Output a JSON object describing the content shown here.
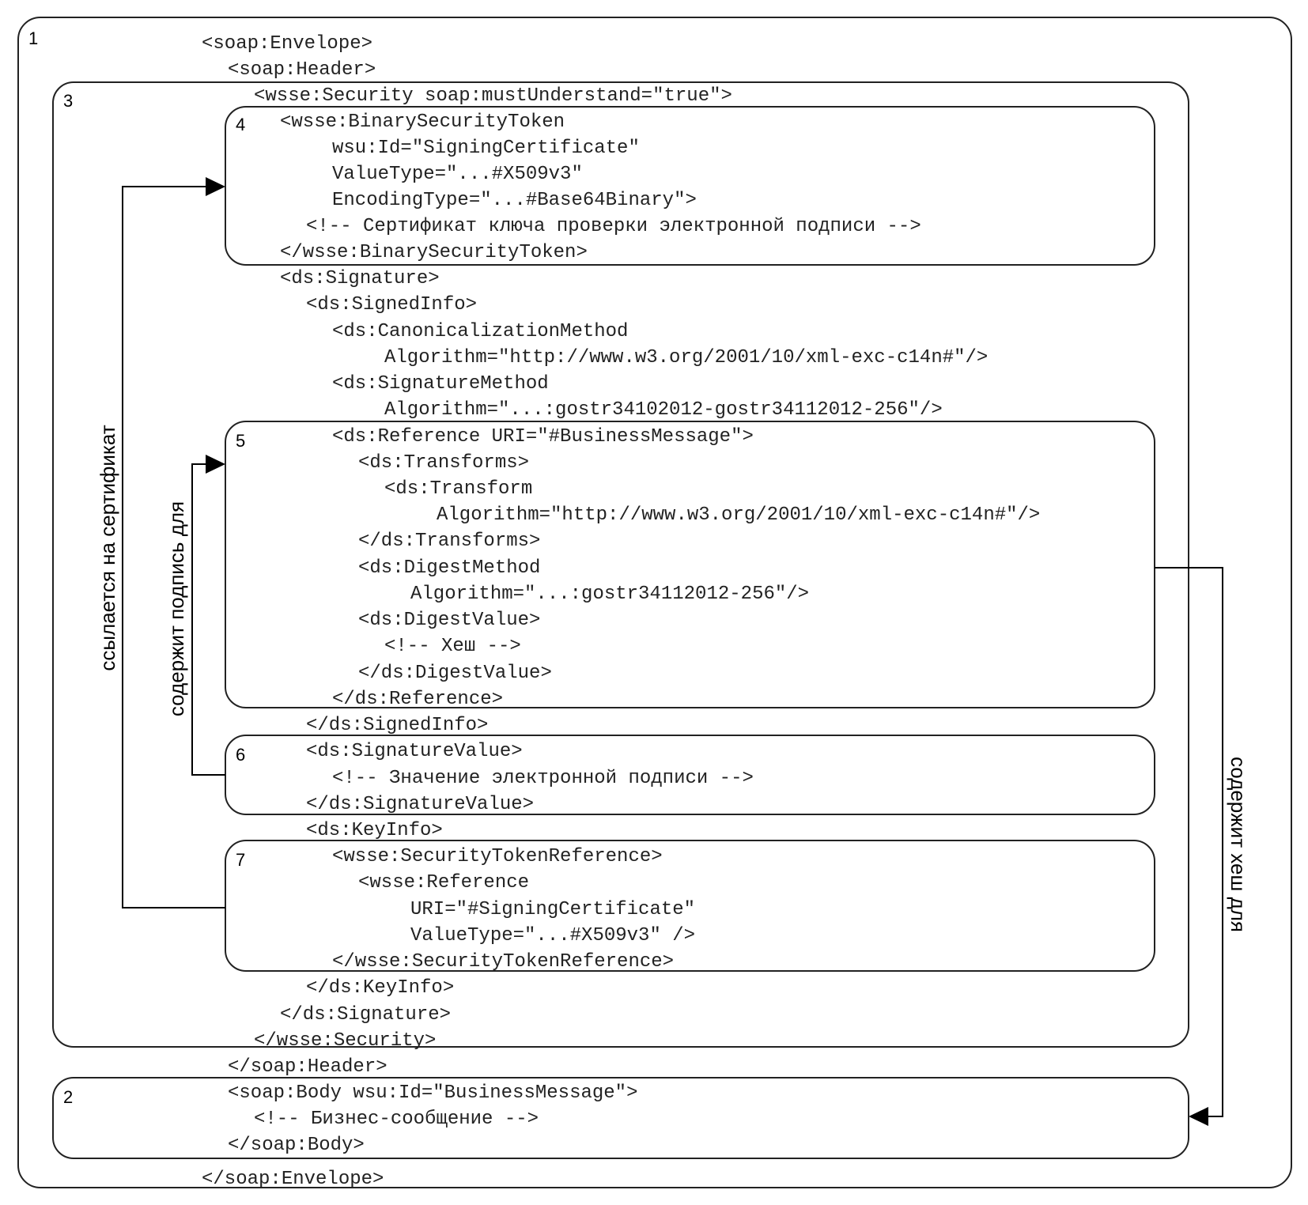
{
  "boxes": [
    {
      "id": "1"
    },
    {
      "id": "2"
    },
    {
      "id": "3"
    },
    {
      "id": "4"
    },
    {
      "id": "5"
    },
    {
      "id": "6"
    },
    {
      "id": "7"
    }
  ],
  "code_lines": [
    "<soap:Envelope>",
    "<soap:Header>",
    "<wsse:Security soap:mustUnderstand=\"true\">",
    "<wsse:BinarySecurityToken",
    "wsu:Id=\"SigningCertificate\"",
    "ValueType=\"...#X509v3\"",
    "EncodingType=\"...#Base64Binary\">",
    "<!-- Сертификат ключа проверки электронной подписи -->",
    "</wsse:BinarySecurityToken>",
    "<ds:Signature>",
    "<ds:SignedInfo>",
    "<ds:CanonicalizationMethod",
    "Algorithm=\"http://www.w3.org/2001/10/xml-exc-c14n#\"/>",
    "<ds:SignatureMethod",
    "Algorithm=\"...:gostr34102012-gostr34112012-256\"/>",
    "<ds:Reference URI=\"#BusinessMessage\">",
    "<ds:Transforms>",
    "<ds:Transform",
    "Algorithm=\"http://www.w3.org/2001/10/xml-exc-c14n#\"/>",
    "</ds:Transforms>",
    "<ds:DigestMethod",
    "Algorithm=\"...:gostr34112012-256\"/>",
    "<ds:DigestValue>",
    "<!-- Хеш -->",
    "</ds:DigestValue>",
    "</ds:Reference>",
    "</ds:SignedInfo>",
    "<ds:SignatureValue>",
    "<!-- Значение электронной подписи -->",
    "</ds:SignatureValue>",
    "<ds:KeyInfo>",
    "<wsse:SecurityTokenReference>",
    "<wsse:Reference",
    "URI=\"#SigningCertificate\"",
    "ValueType=\"...#X509v3\" />",
    "</wsse:SecurityTokenReference>",
    "</ds:KeyInfo>",
    "</ds:Signature>",
    "</wsse:Security>",
    "</soap:Header>",
    "<soap:Body wsu:Id=\"BusinessMessage\">",
    "<!-- Бизнес-сообщение -->",
    "</soap:Body>",
    "</soap:Envelope>"
  ],
  "connectors": [
    {
      "from": "7",
      "to": "4",
      "label": "ссылается на сертификат"
    },
    {
      "from": "6",
      "to": "5",
      "label": "содержит подпись для"
    },
    {
      "from": "5",
      "to": "2",
      "label": "содержит хеш для"
    }
  ]
}
